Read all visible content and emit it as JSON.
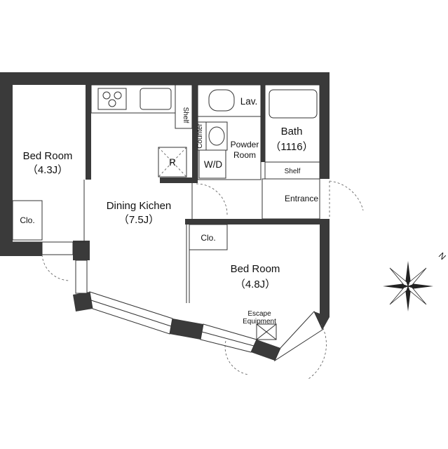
{
  "rooms": {
    "bed_room_west": {
      "name": "Bed Room",
      "size": "（4.3J）"
    },
    "dining_kitchen": {
      "name": "Dining Kichen",
      "size": "（7.5J）"
    },
    "bed_room_south": {
      "name": "Bed Room",
      "size": "（4.8J）"
    },
    "bath": {
      "name": "Bath",
      "size": "（1116）"
    },
    "powder_room": {
      "name_line1": "Powder",
      "name_line2": "Room"
    },
    "entrance": {
      "name": "Entrance"
    }
  },
  "fixtures": {
    "closet_west": "Clo.",
    "closet_south": "Clo.",
    "shelf_kitchen": "Shelf",
    "shelf_entrance": "Shelf",
    "lavatory": "Lav.",
    "counter": "Counter",
    "washer": "W/D",
    "refrigerator": "R",
    "escape_line1": "Escape",
    "escape_line2": "Equipment"
  },
  "compass": {
    "north_label": "N"
  },
  "colors": {
    "wall": "#3a3a3a",
    "line": "#333333",
    "background": "#ffffff"
  }
}
